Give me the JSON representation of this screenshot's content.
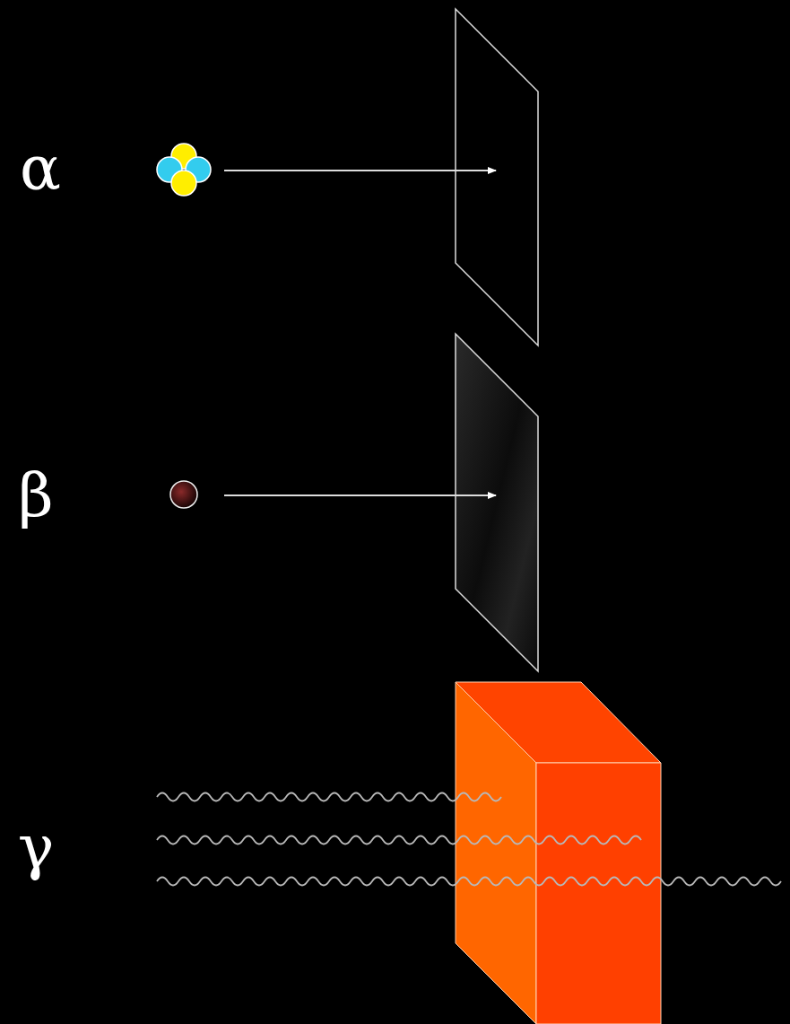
{
  "diagram": {
    "labels": [
      "α",
      "β",
      "γ"
    ]
  }
}
